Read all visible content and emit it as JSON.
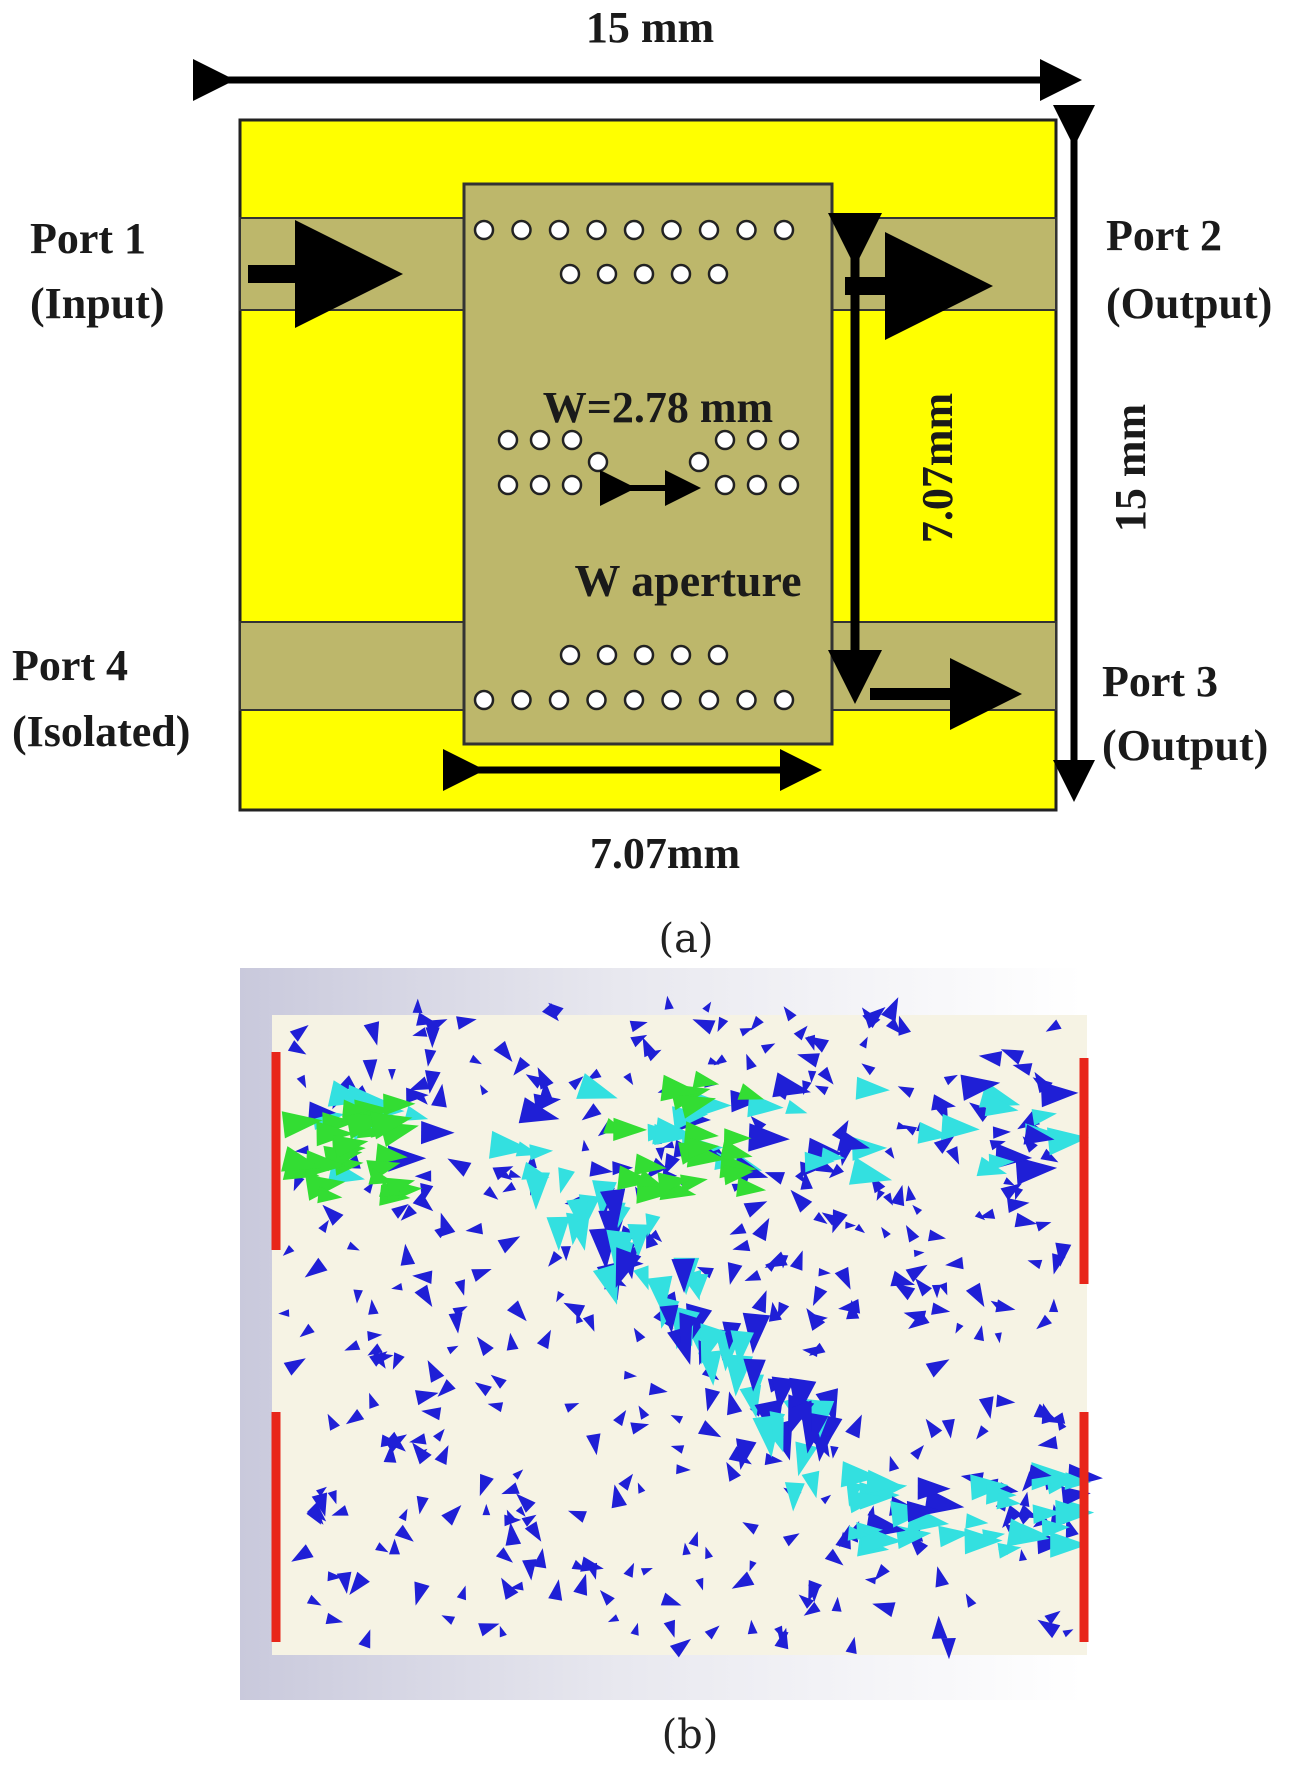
{
  "figure_a": {
    "top_dim": "15 mm",
    "right_dim": "15 mm",
    "inner_v_dim": "7.07mm",
    "bottom_dim": "7.07mm",
    "width_label": "W=2.78 mm",
    "aperture_label": "W aperture",
    "ports": [
      {
        "name": "Port 1",
        "role": "(Input)"
      },
      {
        "name": "Port 2",
        "role": "(Output)"
      },
      {
        "name": "Port 3",
        "role": "(Output)"
      },
      {
        "name": "Port 4",
        "role": "(Isolated)"
      }
    ],
    "caption": "(a)",
    "colors": {
      "substrate": "#ffff00",
      "copper": "#bdb76b"
    }
  },
  "figure_b": {
    "caption": "(b)",
    "colors": {
      "low": "#1f1fd6",
      "mid": "#33e0e0",
      "high": "#33dd33",
      "port": "#e8261a",
      "background": "#f6f3e4"
    }
  }
}
